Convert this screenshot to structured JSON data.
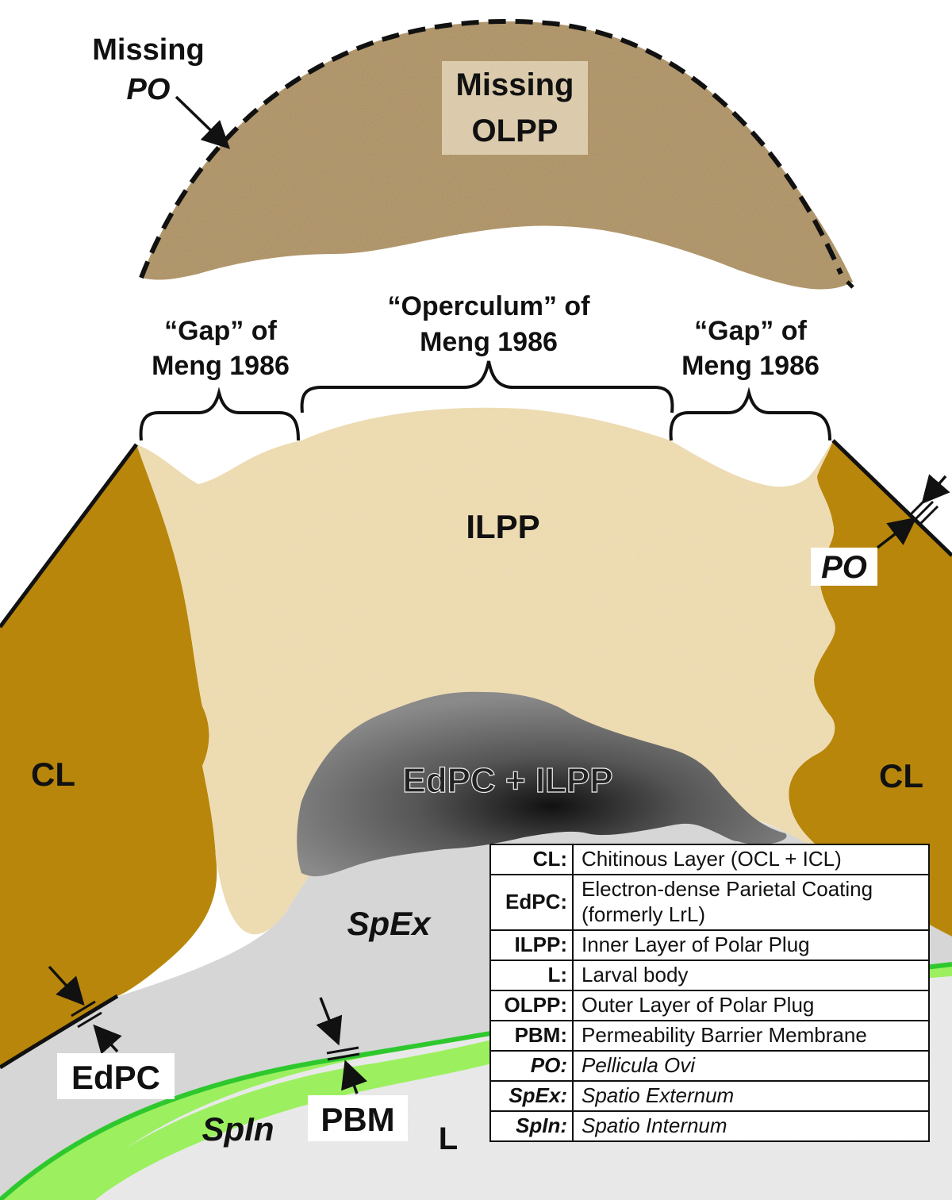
{
  "labels": {
    "missing_olpp_line1": "Missing",
    "missing_olpp_line2": "OLPP",
    "missing_po_line1": "Missing",
    "missing_po_line2": "PO",
    "gap_left_line1": "“Gap” of",
    "gap_left_line2": "Meng 1986",
    "operculum_line1": "“Operculum” of",
    "operculum_line2": "Meng 1986",
    "gap_right_line1": "“Gap” of",
    "gap_right_line2": "Meng 1986",
    "ilpp": "ILPP",
    "po_right": "PO",
    "cl_left": "CL",
    "cl_right": "CL",
    "edpc_ilpp": "EdPC + ILPP",
    "spex": "SpEx",
    "edpc": "EdPC",
    "pbm": "PBM",
    "spin": "SpIn",
    "l": "L"
  },
  "legend": [
    {
      "abbr": "CL:",
      "desc": "Chitinous Layer (OCL + ICL)",
      "italic": false
    },
    {
      "abbr": "EdPC:",
      "desc": "Electron-dense Parietal Coating (formerly LrL)",
      "italic": false
    },
    {
      "abbr": "ILPP:",
      "desc": "Inner Layer of Polar Plug",
      "italic": false
    },
    {
      "abbr": "L:",
      "desc": "Larval body",
      "italic": false
    },
    {
      "abbr": "OLPP:",
      "desc": "Outer Layer of Polar Plug",
      "italic": false
    },
    {
      "abbr": "PBM:",
      "desc": "Permeability Barrier Membrane",
      "italic": false
    },
    {
      "abbr": "PO:",
      "desc": "Pellicula Ovi",
      "italic": true
    },
    {
      "abbr": "SpEx:",
      "desc": "Spatio Externum",
      "italic": true
    },
    {
      "abbr": "SpIn:",
      "desc": "Spatio Internum",
      "italic": true
    }
  ],
  "colors": {
    "chitinous_layer": "#b8860b",
    "olpp": "#a88a5c",
    "ilpp": "#eedcb0",
    "spatio_externum": "#d6d6d6",
    "edpc_dark": "#2a2a2a",
    "spatio_internum": "#9cf060",
    "pbm_line": "#2ec82e",
    "larval_body": "#eeeeee",
    "outline": "#111111"
  }
}
